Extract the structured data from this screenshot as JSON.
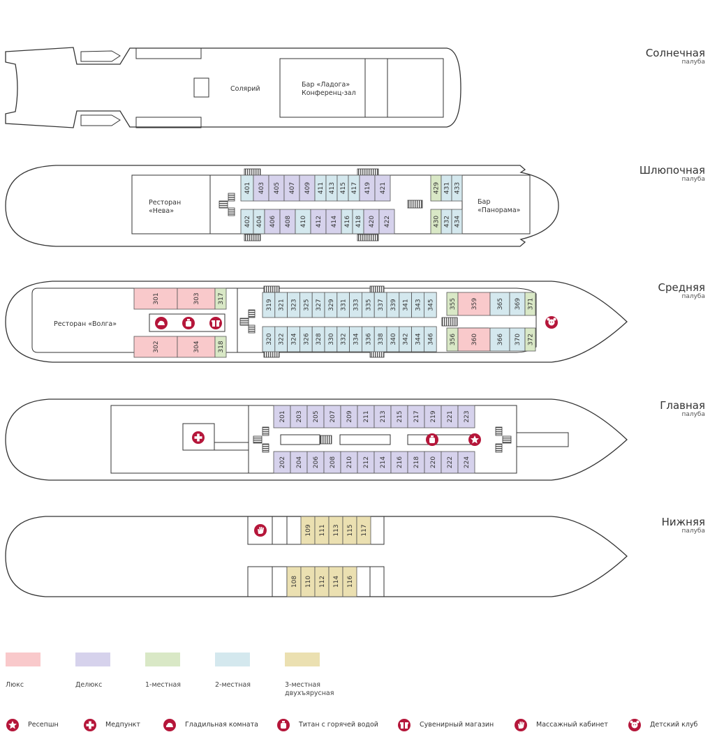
{
  "decks": [
    {
      "name": "Солнечная",
      "sub": "палуба"
    },
    {
      "name": "Шлюпочная",
      "sub": "палуба"
    },
    {
      "name": "Средняя",
      "sub": "палуба"
    },
    {
      "name": "Главная",
      "sub": "палуба"
    },
    {
      "name": "Нижняя",
      "sub": "палуба"
    }
  ],
  "labels": {
    "solarium": "Солярий",
    "bar_ladoga_1": "Бар «Ладога»",
    "bar_ladoga_2": "Конференц-зал",
    "neva_1": "Ресторан",
    "neva_2": "«Нева»",
    "panorama_1": "Бар",
    "panorama_2": "«Панорама»",
    "volga": "Ресторан «Волга»"
  },
  "colors": {
    "lux": "#f9c9cb",
    "delux": "#d6d2ec",
    "single": "#d9e8c6",
    "double": "#d4e8ee",
    "triple": "#ebe0b1",
    "icon": "#b5163a"
  },
  "legend_types": [
    {
      "label": "Люкс",
      "color": "#f9c9cb"
    },
    {
      "label": "Делюкс",
      "color": "#d6d2ec"
    },
    {
      "label": "1-местная",
      "color": "#d9e8c6"
    },
    {
      "label": "2-местная",
      "color": "#d4e8ee"
    },
    {
      "label": "3-местная\nдвухъярусная",
      "color": "#ebe0b1"
    }
  ],
  "legend_icons": [
    {
      "label": "Ресепшн",
      "icon": "star-icon"
    },
    {
      "label": "Медпункт",
      "icon": "medical-cross-icon"
    },
    {
      "label": "Гладильная комната",
      "icon": "iron-icon"
    },
    {
      "label": "Титан с горячей водой",
      "icon": "hot-water-icon"
    },
    {
      "label": "Сувенирный магазин",
      "icon": "gift-icon"
    },
    {
      "label": "Массажный кабинет",
      "icon": "massage-hand-icon"
    },
    {
      "label": "Детский клуб",
      "icon": "kids-club-icon"
    }
  ],
  "cabins": {
    "boat_top": [
      [
        "401",
        "double"
      ],
      [
        "403",
        "delux"
      ],
      [
        "405",
        "delux"
      ],
      [
        "407",
        "delux"
      ],
      [
        "409",
        "delux"
      ],
      [
        "411",
        "double"
      ],
      [
        "413",
        "double"
      ],
      [
        "415",
        "double"
      ],
      [
        "417",
        "double"
      ],
      [
        "419",
        "delux"
      ],
      [
        "421",
        "delux"
      ]
    ],
    "boat_bot": [
      [
        "402",
        "double"
      ],
      [
        "404",
        "double"
      ],
      [
        "406",
        "delux"
      ],
      [
        "408",
        "delux"
      ],
      [
        "410",
        "double"
      ],
      [
        "412",
        "delux"
      ],
      [
        "414",
        "delux"
      ],
      [
        "416",
        "double"
      ],
      [
        "418",
        "double"
      ],
      [
        "420",
        "delux"
      ],
      [
        "422",
        "delux"
      ]
    ],
    "boat_front_top": [
      [
        "429",
        "single"
      ],
      [
        "431",
        "double"
      ],
      [
        "433",
        "double"
      ]
    ],
    "boat_front_bot": [
      [
        "430",
        "single"
      ],
      [
        "432",
        "double"
      ],
      [
        "434",
        "double"
      ]
    ],
    "mid_lux_top": [
      [
        "301",
        "lux"
      ],
      [
        "303",
        "lux"
      ],
      [
        "317",
        "single"
      ]
    ],
    "mid_lux_bot": [
      [
        "302",
        "lux"
      ],
      [
        "304",
        "lux"
      ],
      [
        "318",
        "single"
      ]
    ],
    "mid_top": [
      [
        "319",
        "double"
      ],
      [
        "321",
        "double"
      ],
      [
        "323",
        "double"
      ],
      [
        "325",
        "double"
      ],
      [
        "327",
        "double"
      ],
      [
        "329",
        "double"
      ],
      [
        "331",
        "double"
      ],
      [
        "333",
        "double"
      ],
      [
        "335",
        "double"
      ],
      [
        "337",
        "double"
      ],
      [
        "339",
        "double"
      ],
      [
        "341",
        "double"
      ],
      [
        "343",
        "double"
      ],
      [
        "345",
        "double"
      ]
    ],
    "mid_bot": [
      [
        "320",
        "double"
      ],
      [
        "322",
        "double"
      ],
      [
        "324",
        "double"
      ],
      [
        "326",
        "double"
      ],
      [
        "328",
        "double"
      ],
      [
        "330",
        "double"
      ],
      [
        "332",
        "double"
      ],
      [
        "334",
        "double"
      ],
      [
        "336",
        "double"
      ],
      [
        "338",
        "double"
      ],
      [
        "340",
        "double"
      ],
      [
        "342",
        "double"
      ],
      [
        "344",
        "double"
      ],
      [
        "346",
        "double"
      ]
    ],
    "mid_front_top": [
      [
        "355",
        "single"
      ],
      [
        "359",
        "lux"
      ],
      [
        "365",
        "double"
      ],
      [
        "369",
        "double"
      ],
      [
        "371",
        "single"
      ]
    ],
    "mid_front_bot": [
      [
        "356",
        "single"
      ],
      [
        "360",
        "lux"
      ],
      [
        "366",
        "double"
      ],
      [
        "370",
        "double"
      ],
      [
        "372",
        "single"
      ]
    ],
    "main_top": [
      [
        "201",
        "delux"
      ],
      [
        "203",
        "delux"
      ],
      [
        "205",
        "delux"
      ],
      [
        "207",
        "delux"
      ],
      [
        "209",
        "delux"
      ],
      [
        "211",
        "delux"
      ],
      [
        "213",
        "delux"
      ],
      [
        "215",
        "delux"
      ],
      [
        "217",
        "delux"
      ],
      [
        "219",
        "delux"
      ],
      [
        "221",
        "delux"
      ],
      [
        "223",
        "delux"
      ]
    ],
    "main_bot": [
      [
        "202",
        "delux"
      ],
      [
        "204",
        "delux"
      ],
      [
        "206",
        "delux"
      ],
      [
        "208",
        "delux"
      ],
      [
        "210",
        "delux"
      ],
      [
        "212",
        "delux"
      ],
      [
        "214",
        "delux"
      ],
      [
        "216",
        "delux"
      ],
      [
        "218",
        "delux"
      ],
      [
        "220",
        "delux"
      ],
      [
        "222",
        "delux"
      ],
      [
        "224",
        "delux"
      ]
    ],
    "lower_top": [
      [
        "109",
        "triple"
      ],
      [
        "111",
        "triple"
      ],
      [
        "113",
        "triple"
      ],
      [
        "115",
        "triple"
      ],
      [
        "117",
        "triple"
      ]
    ],
    "lower_bot": [
      [
        "108",
        "triple"
      ],
      [
        "110",
        "triple"
      ],
      [
        "112",
        "triple"
      ],
      [
        "114",
        "triple"
      ],
      [
        "116",
        "triple"
      ]
    ]
  }
}
